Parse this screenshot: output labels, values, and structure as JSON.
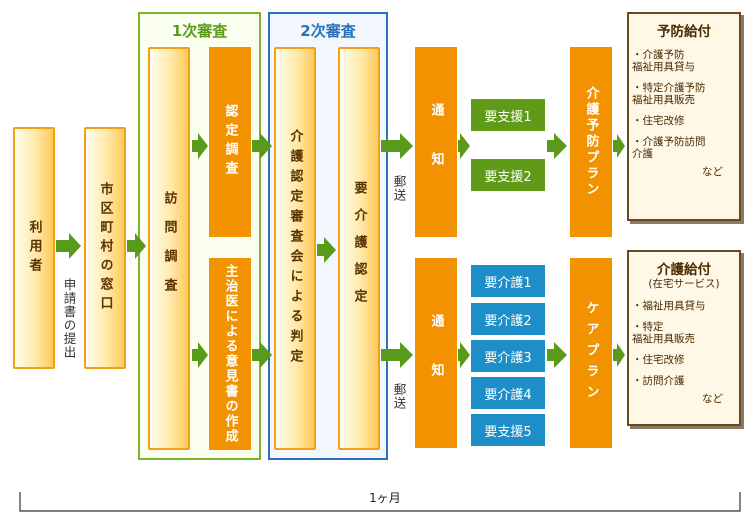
{
  "stages": {
    "first": "1次審査",
    "second": "2次審査"
  },
  "boxes": {
    "user": "利用者",
    "window": "市区町村の窓口",
    "visit": "訪問調査",
    "certification_survey": "認定調査",
    "doctor_opinion": "主治医による意見書の作成",
    "committee": "介護認定審査会による判定",
    "care_certification": "要介護認定",
    "notice_top": "通知",
    "notice_bottom": "通知",
    "prevention_plan": "介護予防プラン",
    "care_plan": "ケアプラン"
  },
  "labels": {
    "application": "申請書の提出",
    "mail_top": "郵送",
    "mail_bottom": "郵送",
    "duration": "1ヶ月"
  },
  "support_levels": [
    "要支援1",
    "要支援2"
  ],
  "care_levels": [
    "要介護1",
    "要介護2",
    "要介護3",
    "要介護4",
    "要支援5"
  ],
  "prevention_benefits": {
    "title": "予防給付",
    "items": [
      "介護予防\n福祉用具貸与",
      "特定介護予防\n福祉用具販売",
      "住宅改修",
      "介護予防訪問\n介護"
    ],
    "etc": "など"
  },
  "care_benefits": {
    "title": "介護給付",
    "subtitle": "(在宅サービス)",
    "items": [
      "福祉用具貸与",
      "特定\n福祉用具販売",
      "住宅改修",
      "訪問介護"
    ],
    "etc": "など"
  },
  "colors": {
    "orange": "#f39200",
    "green_box": "#5f9a18",
    "blue_box": "#1d8ec8",
    "arrow_green": "#5a9a1a",
    "first_stage_border": "#7bb32a",
    "second_stage_border": "#2a73b8"
  }
}
